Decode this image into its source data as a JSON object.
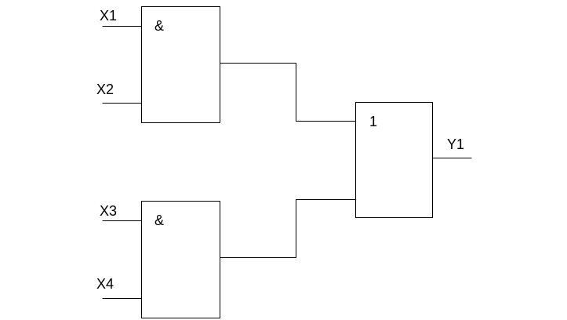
{
  "gates": {
    "and_top": {
      "symbol": "&"
    },
    "and_bottom": {
      "symbol": "&"
    },
    "or_gate": {
      "symbol": "1"
    }
  },
  "inputs": {
    "x1": "X1",
    "x2": "X2",
    "x3": "X3",
    "x4": "X4"
  },
  "outputs": {
    "y1": "Y1"
  }
}
